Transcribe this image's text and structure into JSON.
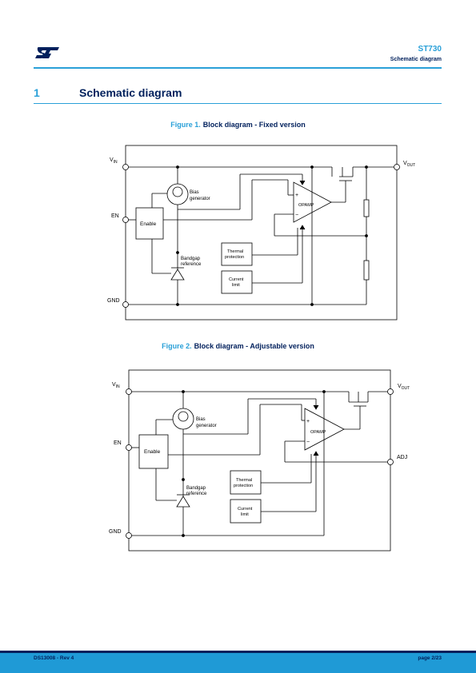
{
  "header": {
    "product": "ST730",
    "section": "Schematic diagram"
  },
  "section": {
    "number": "1",
    "title": "Schematic diagram"
  },
  "figure1": {
    "caption_num": "Figure 1.",
    "caption_text": "Block diagram - Fixed version",
    "labels": {
      "vin": "V",
      "vin_sub": "IN",
      "vout": "V",
      "vout_sub": "OUT",
      "en": "EN",
      "gnd": "GND",
      "enable": "Enable",
      "bias1": "Bias",
      "bias2": "generator",
      "bg1": "Bandgap",
      "bg2": "reference",
      "opamp": "OPAMP",
      "thermal1": "Thermal",
      "thermal2": "protection",
      "current1": "Current",
      "current2": "limit",
      "plus": "+",
      "minus": "−"
    }
  },
  "figure2": {
    "caption_num": "Figure 2.",
    "caption_text": "Block diagram - Adjustable version",
    "labels": {
      "vin": "V",
      "vin_sub": "IN",
      "vout": "V",
      "vout_sub": "OUT",
      "en": "EN",
      "gnd": "GND",
      "adj": "ADJ",
      "enable": "Enable",
      "bias1": "Bias",
      "bias2": "generator",
      "bg1": "Bandgap",
      "bg2": "reference",
      "opamp": "OPAMP",
      "thermal1": "Thermal",
      "thermal2": "protection",
      "current1": "Current",
      "current2": "limit",
      "plus": "+",
      "minus": "−"
    }
  },
  "footer": {
    "doc": "DS13008 - Rev 4",
    "page": "page 2/23"
  }
}
